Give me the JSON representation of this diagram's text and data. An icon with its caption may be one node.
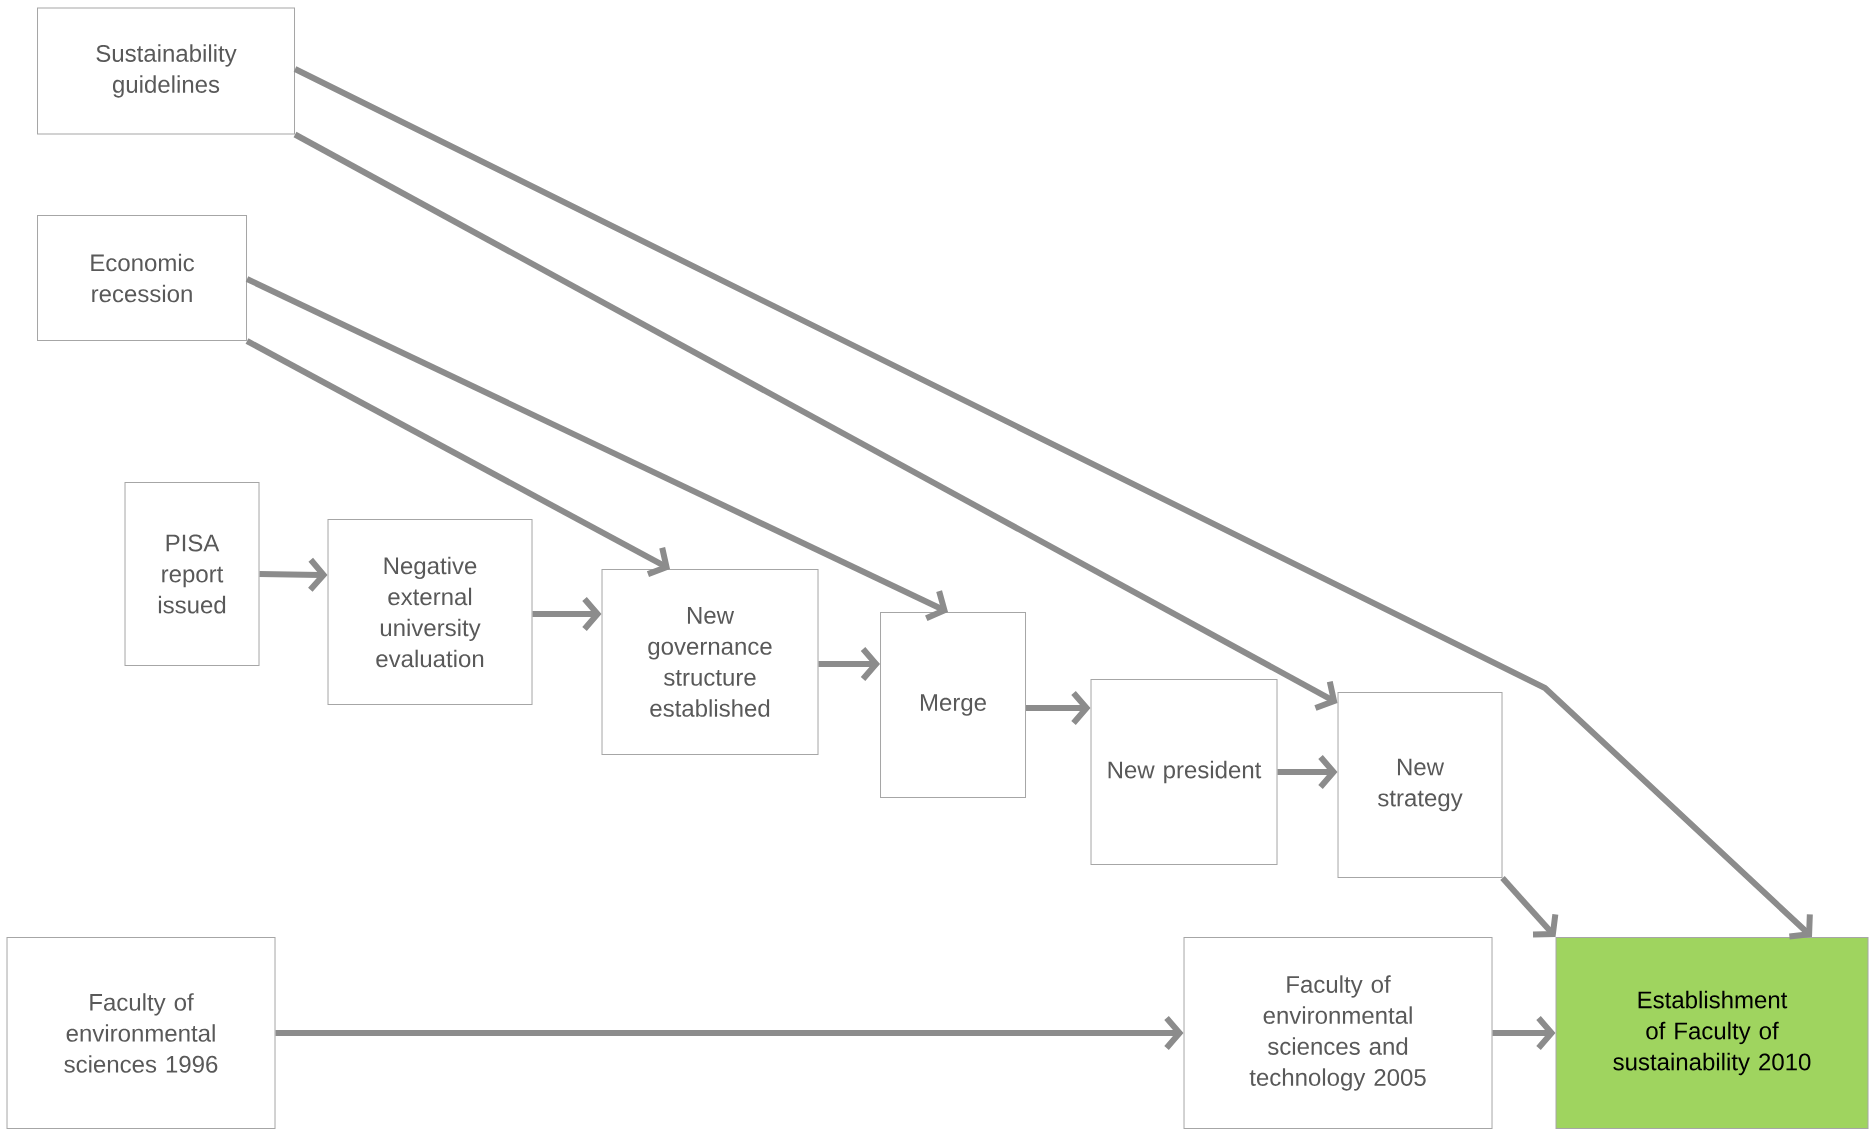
{
  "diagram": {
    "nodes": [
      {
        "text": [
          "Sustainability guidelines"
        ]
      },
      {
        "text": [
          "Economic recession"
        ]
      },
      {
        "text": [
          "PISA report issued"
        ]
      },
      {
        "text": [
          "Negative external university evaluation"
        ]
      },
      {
        "text": [
          "New governance structure established"
        ]
      },
      {
        "text": [
          "Merge"
        ]
      },
      {
        "text": [
          "New president"
        ]
      },
      {
        "text": [
          "New strategy"
        ]
      },
      {
        "text": [
          "Faculty of environmental sciences 1996"
        ]
      },
      {
        "text": [
          "Faculty of environmental sciences and technology 2005"
        ]
      },
      {
        "text": [
          "Establishment of Faculty of sustainability 2010"
        ]
      }
    ],
    "edges": [
      {
        "from": 0,
        "to": 10,
        "arrow": "to"
      },
      {
        "from": 0,
        "to": 7,
        "arrow": "to"
      },
      {
        "from": 1,
        "to": 4,
        "arrow": "to"
      },
      {
        "from": 1,
        "to": 5,
        "arrow": "to"
      },
      {
        "from": 2,
        "to": 3,
        "arrow": "to"
      },
      {
        "from": 3,
        "to": 4,
        "arrow": "to"
      },
      {
        "from": 4,
        "to": 5,
        "arrow": "to"
      },
      {
        "from": 5,
        "to": 6,
        "arrow": "to"
      },
      {
        "from": 6,
        "to": 7,
        "arrow": "to"
      },
      {
        "from": 7,
        "to": 10,
        "arrow": "to"
      },
      {
        "from": 8,
        "to": 9,
        "arrow": "to"
      },
      {
        "from": 9,
        "to": 10,
        "arrow": "to"
      }
    ]
  }
}
